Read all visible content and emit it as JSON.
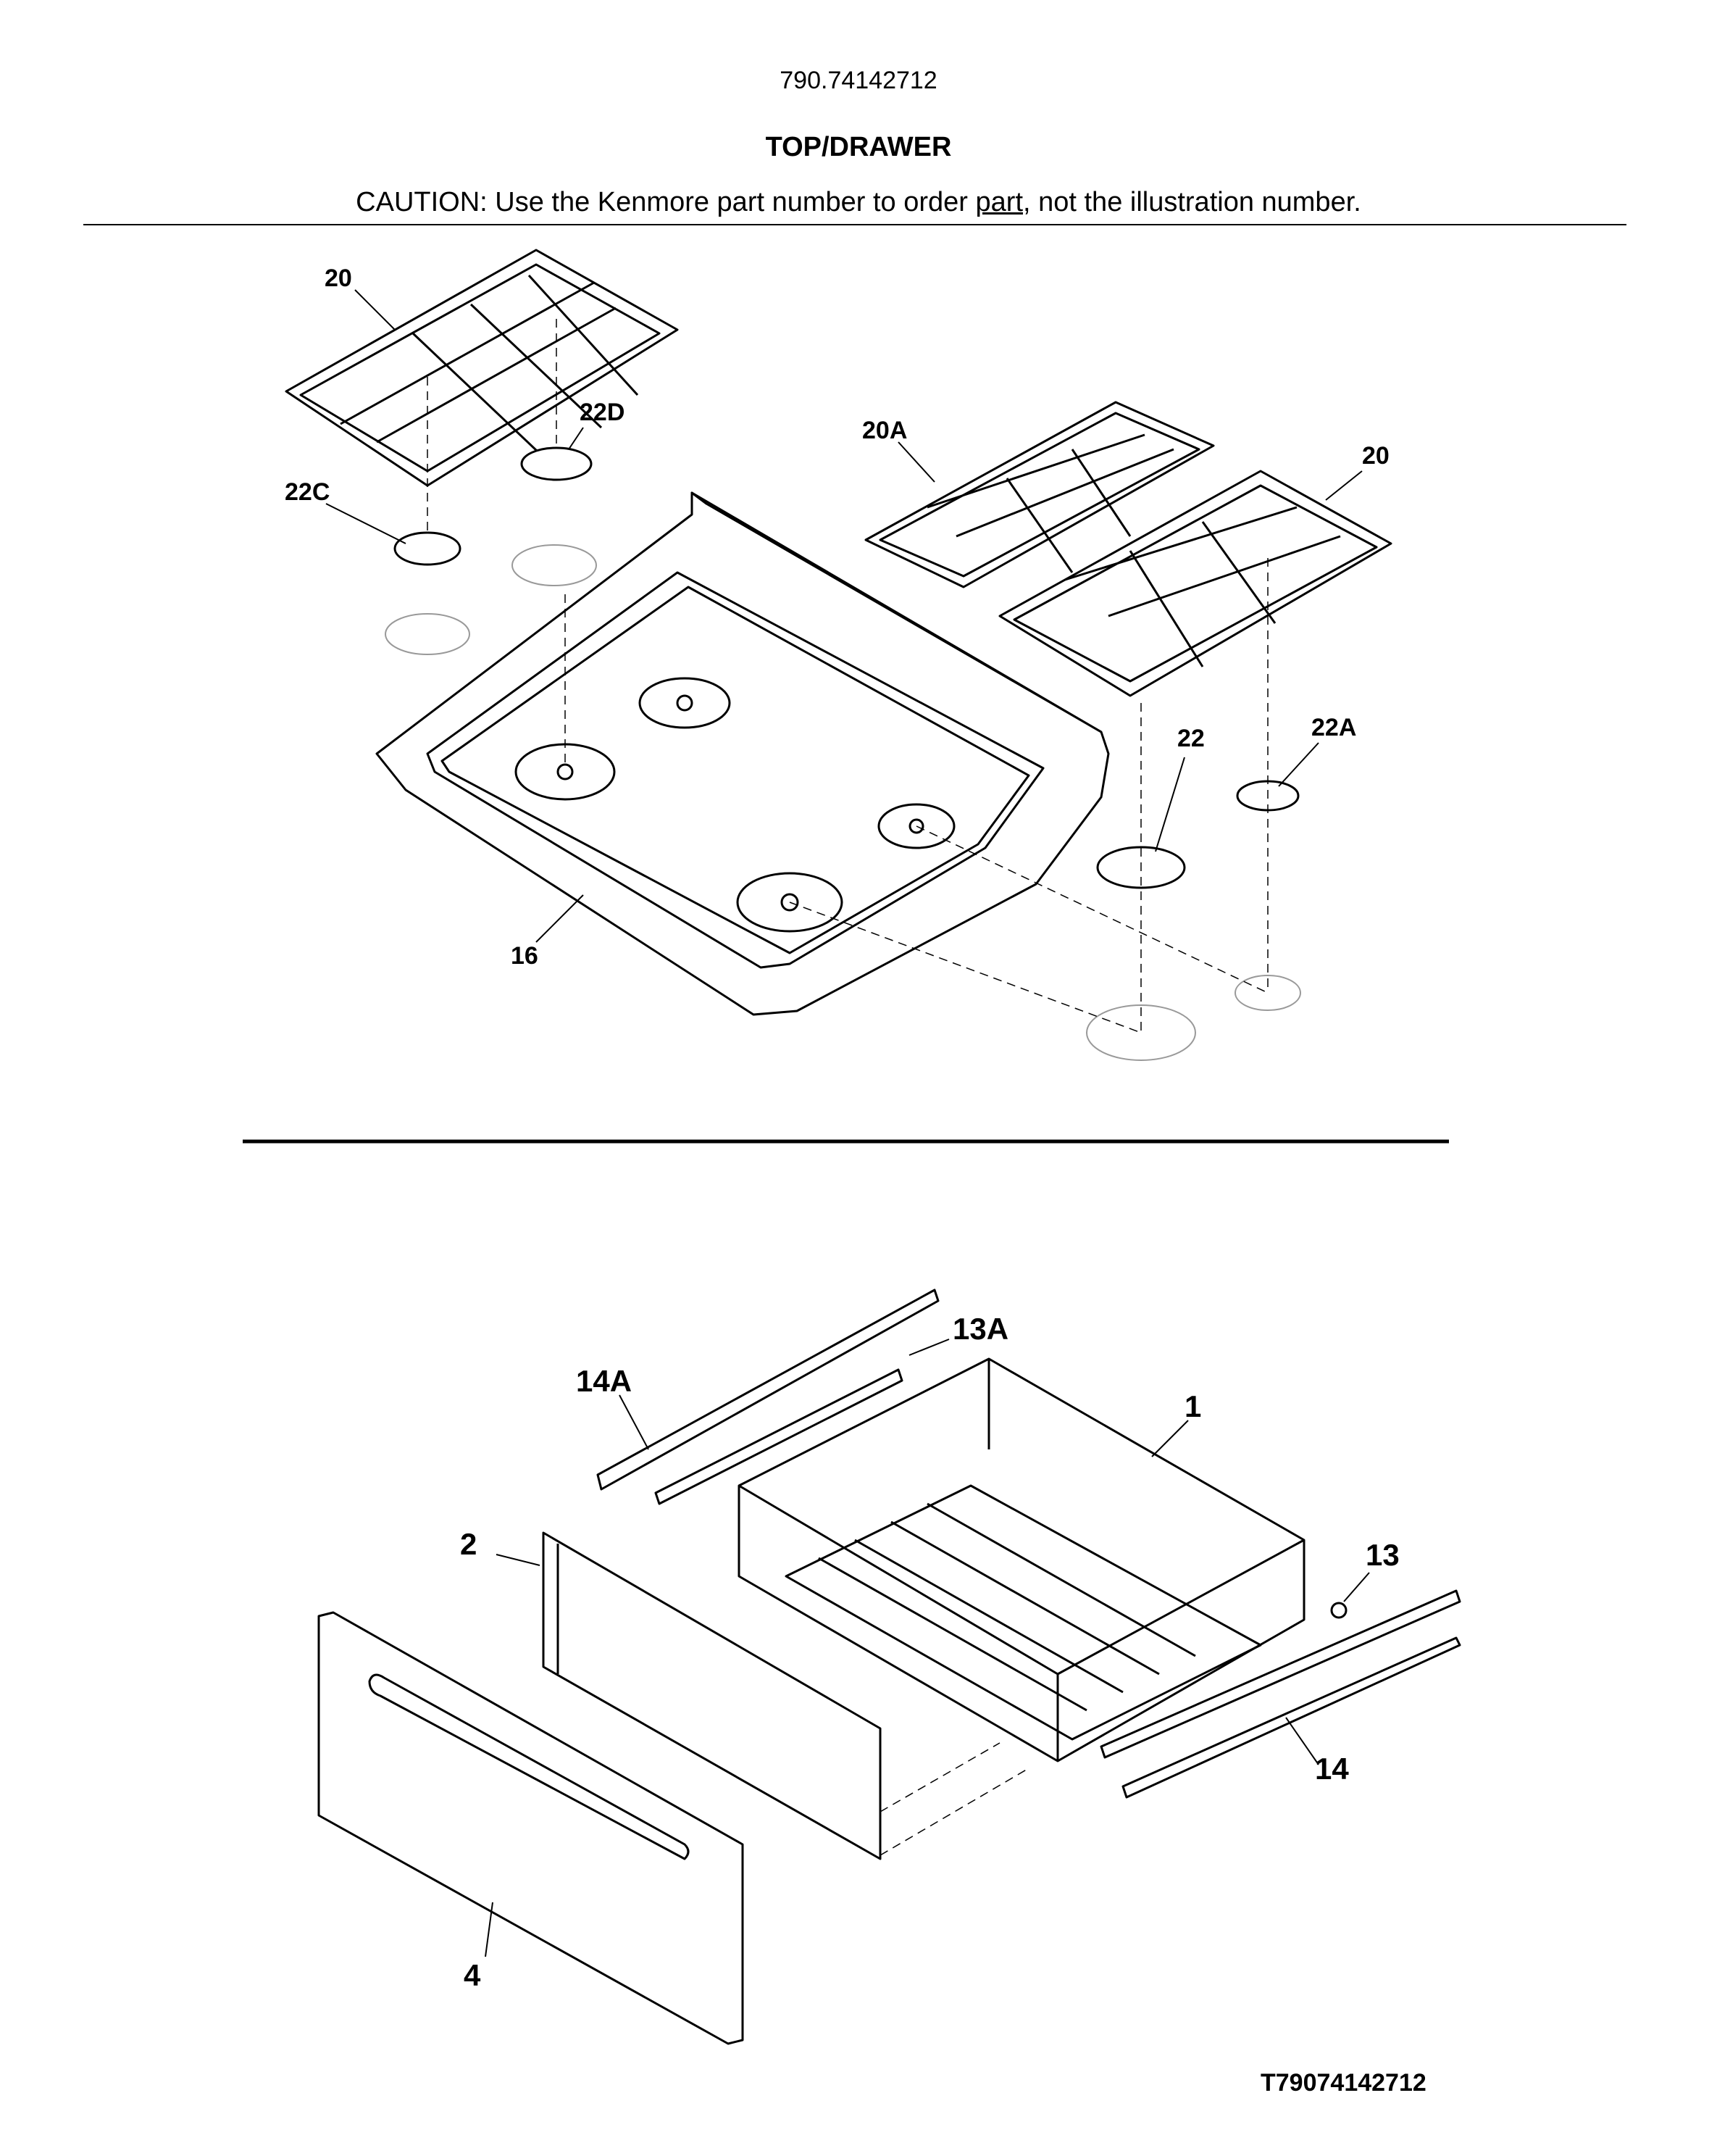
{
  "header": {
    "model_number": "790.74142712",
    "section_title": "TOP/DRAWER",
    "caution_prefix": "CAUTION: Use the Kenmore part number to order ",
    "caution_link": "part",
    "caution_suffix": ", not the illustration number."
  },
  "top_section": {
    "callouts": [
      "20",
      "22D",
      "22C",
      "20A",
      "20",
      "22",
      "22A",
      "16"
    ]
  },
  "drawer_section": {
    "callouts": [
      "13A",
      "14A",
      "1",
      "2",
      "13",
      "14",
      "4"
    ]
  },
  "footer": {
    "diagram_id": "T79074142712"
  }
}
